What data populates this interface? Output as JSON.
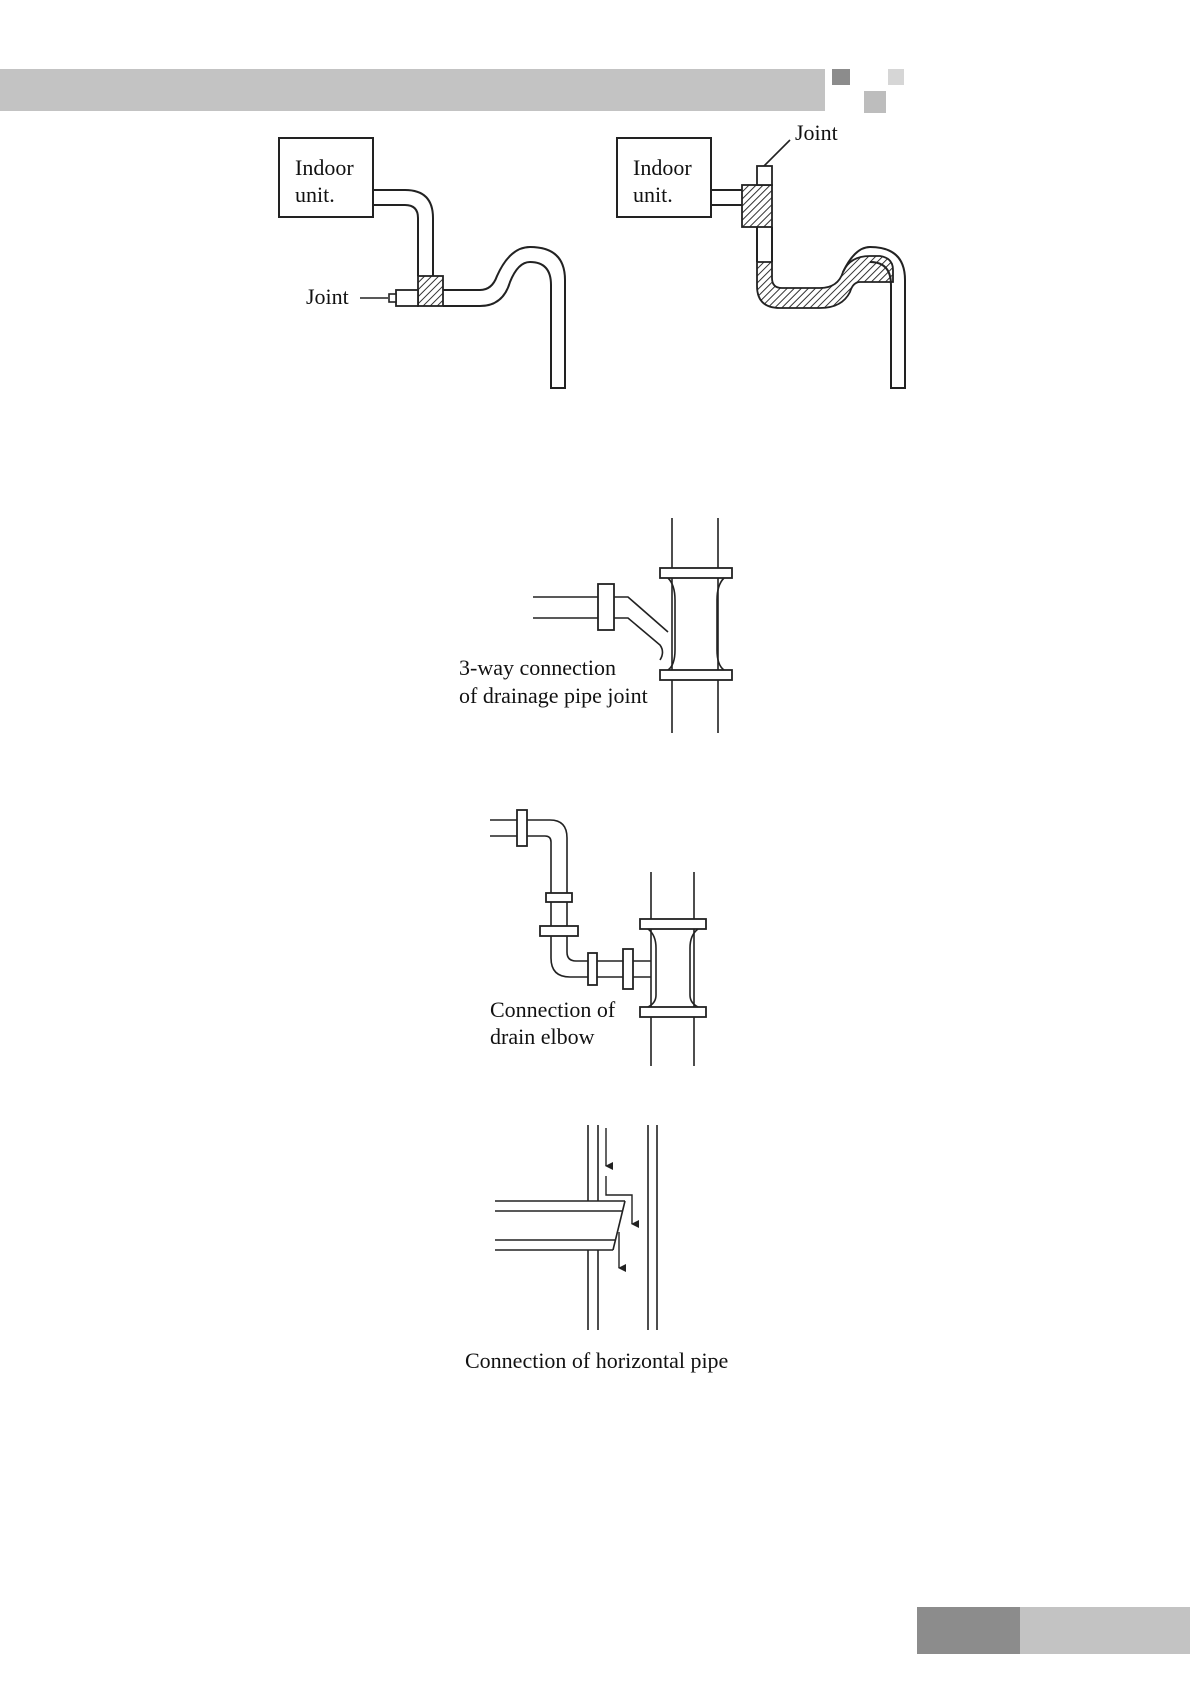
{
  "colors": {
    "header_bar": "#c3c3c3",
    "square_dark": "#8c8c8c",
    "square_light": "#c3c3c3",
    "line": "#222222"
  },
  "figure_top": {
    "left": {
      "unit_label_1": "Indoor",
      "unit_label_2": "unit.",
      "joint_label": "Joint"
    },
    "right": {
      "unit_label_1": "Indoor",
      "unit_label_2": "unit.",
      "joint_label": "Joint"
    }
  },
  "figure_3way": {
    "caption_1": "3-way connection",
    "caption_2": "of drainage pipe joint"
  },
  "figure_elbow": {
    "caption_1": "Connection of",
    "caption_2": "drain elbow"
  },
  "figure_horizontal": {
    "caption": "Connection of horizontal pipe"
  }
}
